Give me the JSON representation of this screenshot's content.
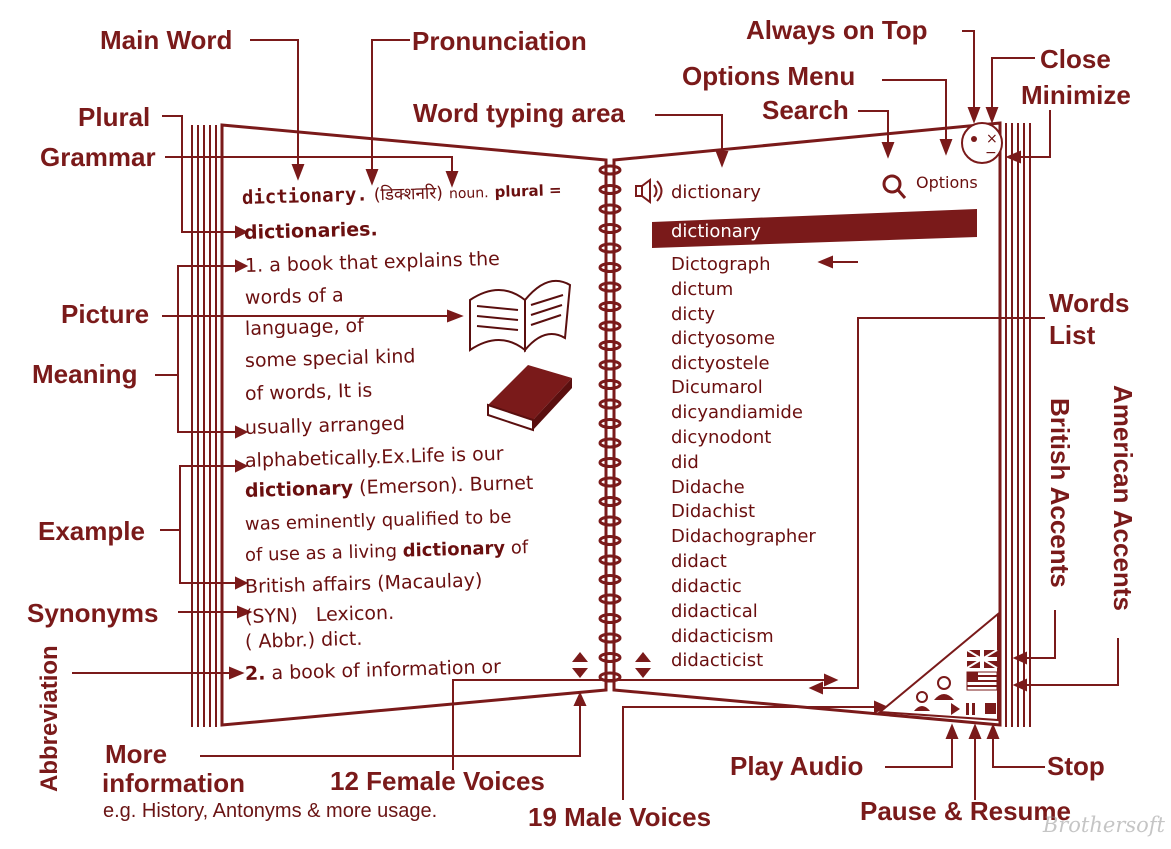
{
  "callouts": {
    "main_word": "Main Word",
    "pronunciation": "Pronunciation",
    "always_on_top": "Always on Top",
    "close": "Close",
    "minimize": "Minimize",
    "options_menu": "Options Menu",
    "search": "Search",
    "word_typing_area": "Word typing area",
    "plural": "Plural",
    "grammar": "Grammar",
    "picture": "Picture",
    "meaning": "Meaning",
    "words_list_1": "Words",
    "words_list_2": "List",
    "example": "Example",
    "synonyms": "Synonyms",
    "abbreviation": "Abbreviation",
    "british_accents": "British Accents",
    "american_accents": "American Accents",
    "more_information_1": "More",
    "more_information_2": "information",
    "more_information_note": "e.g. History, Antonyms & more usage.",
    "female_voices": "12 Female Voices",
    "male_voices": "19 Male Voices",
    "play_audio": "Play Audio",
    "stop": "Stop",
    "pause_resume": "Pause & Resume"
  },
  "left_page": {
    "headword": "dictionary.",
    "pronunciation": "(डिक्शनरि)",
    "grammar": "noun.",
    "plural_label": "plural =",
    "plural_value": "dictionaries.",
    "lines": [
      "1. a book that explains the",
      "words of a",
      "language, of",
      "some special kind",
      "of words, It is",
      "usually arranged",
      "alphabetically.Ex.Life is our"
    ],
    "example_word_1": "dictionary",
    "example_author_1": "(Emerson). Burnet",
    "example_line_2": "was eminently qualified to be",
    "example_line_3_pre": "of use as a living",
    "example_word_2": "dictionary",
    "example_line_3_post": "of",
    "example_line_4": "British affairs (Macaulay)",
    "syn_label": "(SYN)",
    "syn_value": "Lexicon.",
    "abbr_label": "( Abbr.)",
    "abbr_value": "dict.",
    "next_num": "2.",
    "next_text": "a book of information or"
  },
  "right_page": {
    "typed_word": "dictionary",
    "options_label": "Options",
    "selected_word": "dictionary",
    "words": [
      "Dictograph",
      "dictum",
      "dicty",
      "dictyosome",
      "dictyostele",
      "Dicumarol",
      "dicyandiamide",
      "dicynodont",
      "did",
      "Didache",
      "Didachist",
      "Didachographer",
      "didact",
      "didactic",
      "didactical",
      "didacticism",
      "didacticist"
    ],
    "close_glyph": "×",
    "minimize_glyph": "−"
  },
  "watermark": "Brothersoft",
  "colors": {
    "maroon": "#7a1a1a",
    "dark": "#6a0f0f",
    "accent": "#8b1515"
  }
}
